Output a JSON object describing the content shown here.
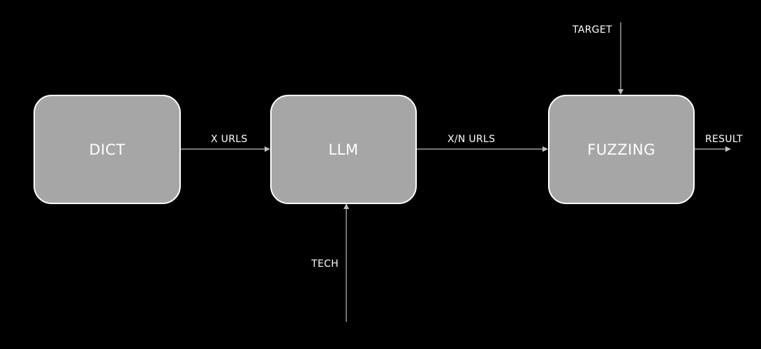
{
  "diagram": {
    "colors": {
      "background": "#000000",
      "node_fill": "#a6a6a6",
      "node_border": "#ffffff",
      "text": "#ffffff",
      "edge": "#bfbfbf"
    },
    "nodes": {
      "dict": {
        "label": "DICT"
      },
      "llm": {
        "label": "LLM"
      },
      "fuzzing": {
        "label": "FUZZING"
      }
    },
    "edges": {
      "dict_to_llm": {
        "label": "X URLS"
      },
      "llm_to_fuzzing": {
        "label": "X/N URLS"
      },
      "fuzzing_to_result": {
        "label": "RESULT"
      },
      "target_to_fuzzing": {
        "label": "TARGET"
      },
      "tech_to_llm": {
        "label": "TECH"
      }
    }
  }
}
